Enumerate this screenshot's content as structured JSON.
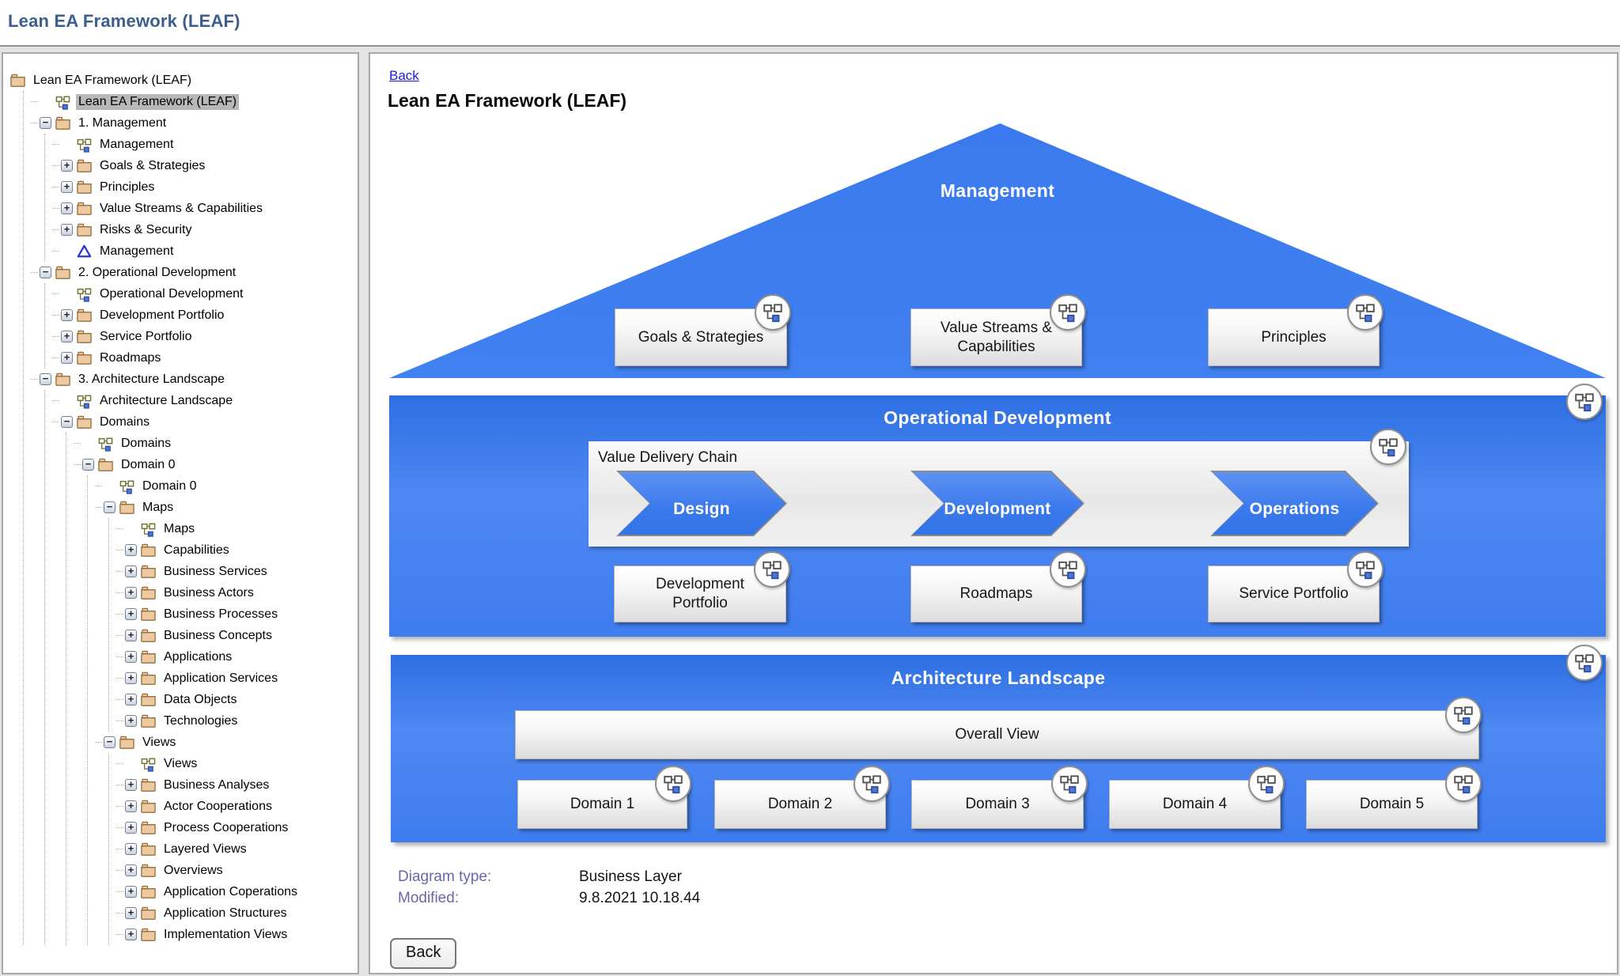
{
  "header": {
    "title": "Lean EA Framework (LEAF)"
  },
  "tree": {
    "label": "Lean EA Framework (LEAF)",
    "icon": "folder",
    "children": [
      {
        "label": "Lean EA Framework (LEAF)",
        "icon": "diagram",
        "selected": true
      },
      {
        "label": "1. Management",
        "icon": "folder",
        "exp": "minus",
        "children": [
          {
            "label": "Management",
            "icon": "diagram"
          },
          {
            "label": "Goals & Strategies",
            "icon": "folder",
            "exp": "plus"
          },
          {
            "label": "Principles",
            "icon": "folder",
            "exp": "plus"
          },
          {
            "label": "Value Streams & Capabilities",
            "icon": "folder",
            "exp": "plus"
          },
          {
            "label": "Risks & Security",
            "icon": "folder",
            "exp": "plus"
          },
          {
            "label": "Management",
            "icon": "triangle"
          }
        ]
      },
      {
        "label": "2. Operational Development",
        "icon": "folder",
        "exp": "minus",
        "children": [
          {
            "label": "Operational Development",
            "icon": "diagram"
          },
          {
            "label": "Development Portfolio",
            "icon": "folder",
            "exp": "plus"
          },
          {
            "label": "Service Portfolio",
            "icon": "folder",
            "exp": "plus"
          },
          {
            "label": "Roadmaps",
            "icon": "folder",
            "exp": "plus"
          }
        ]
      },
      {
        "label": "3. Architecture Landscape",
        "icon": "folder",
        "exp": "minus",
        "children": [
          {
            "label": "Architecture Landscape",
            "icon": "diagram"
          },
          {
            "label": "Domains",
            "icon": "folder",
            "exp": "minus",
            "children": [
              {
                "label": "Domains",
                "icon": "diagram"
              },
              {
                "label": "Domain 0",
                "icon": "folder",
                "exp": "minus",
                "children": [
                  {
                    "label": "Domain 0",
                    "icon": "diagram"
                  },
                  {
                    "label": "Maps",
                    "icon": "folder",
                    "exp": "minus",
                    "children": [
                      {
                        "label": "Maps",
                        "icon": "diagram"
                      },
                      {
                        "label": "Capabilities",
                        "icon": "folder",
                        "exp": "plus"
                      },
                      {
                        "label": "Business Services",
                        "icon": "folder",
                        "exp": "plus"
                      },
                      {
                        "label": "Business Actors",
                        "icon": "folder",
                        "exp": "plus"
                      },
                      {
                        "label": "Business Processes",
                        "icon": "folder",
                        "exp": "plus"
                      },
                      {
                        "label": "Business Concepts",
                        "icon": "folder",
                        "exp": "plus"
                      },
                      {
                        "label": "Applications",
                        "icon": "folder",
                        "exp": "plus"
                      },
                      {
                        "label": "Application Services",
                        "icon": "folder",
                        "exp": "plus"
                      },
                      {
                        "label": "Data Objects",
                        "icon": "folder",
                        "exp": "plus"
                      },
                      {
                        "label": "Technologies",
                        "icon": "folder",
                        "exp": "plus"
                      }
                    ]
                  },
                  {
                    "label": "Views",
                    "icon": "folder",
                    "exp": "minus",
                    "children": [
                      {
                        "label": "Views",
                        "icon": "diagram"
                      },
                      {
                        "label": "Business Analyses",
                        "icon": "folder",
                        "exp": "plus"
                      },
                      {
                        "label": "Actor Cooperations",
                        "icon": "folder",
                        "exp": "plus"
                      },
                      {
                        "label": "Process Cooperations",
                        "icon": "folder",
                        "exp": "plus"
                      },
                      {
                        "label": "Layered Views",
                        "icon": "folder",
                        "exp": "plus"
                      },
                      {
                        "label": "Overviews",
                        "icon": "folder",
                        "exp": "plus"
                      },
                      {
                        "label": "Application Coperations",
                        "icon": "folder",
                        "exp": "plus"
                      },
                      {
                        "label": "Application Structures",
                        "icon": "folder",
                        "exp": "plus"
                      },
                      {
                        "label": "Implementation Views",
                        "icon": "folder",
                        "exp": "plus"
                      }
                    ]
                  }
                ]
              }
            ]
          }
        ]
      }
    ]
  },
  "main": {
    "back_link": "Back",
    "title": "Lean EA Framework (LEAF)",
    "diagram": {
      "management": {
        "label": "Management",
        "boxes": [
          "Goals & Strategies",
          "Value Streams & Capabilities",
          "Principles"
        ]
      },
      "operational": {
        "label": "Operational Development",
        "vdc_label": "Value Delivery Chain",
        "chevrons": [
          "Design",
          "Development",
          "Operations"
        ],
        "boxes": [
          "Development Portfolio",
          "Roadmaps",
          "Service Portfolio"
        ]
      },
      "landscape": {
        "label": "Architecture Landscape",
        "overall": "Overall View",
        "domains": [
          "Domain 1",
          "Domain 2",
          "Domain 3",
          "Domain 4",
          "Domain 5"
        ]
      }
    },
    "meta": {
      "diagram_type_label": "Diagram type:",
      "diagram_type_value": "Business Layer",
      "modified_label": "Modified:",
      "modified_value": "9.8.2021 10.18.44"
    },
    "back_button": "Back"
  },
  "colors": {
    "accent_blue": "#3d7cef",
    "header_title": "#3c5e8e",
    "link_blue": "#1a1ae6",
    "meta_label": "#6868a8",
    "tree_selection": "#b6b8ba",
    "folder_tan": "#edc9a2"
  }
}
